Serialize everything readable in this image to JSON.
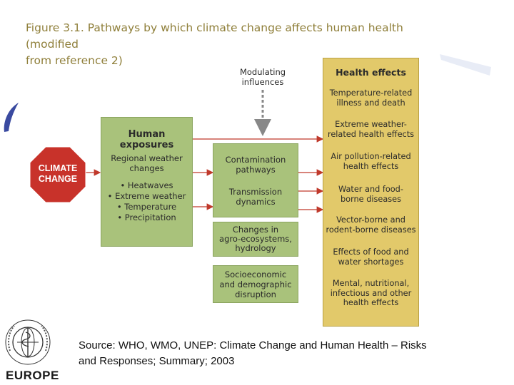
{
  "title": {
    "line1": "Figure 3.1. Pathways by which climate change affects human health (modified",
    "line2": "from reference 2)"
  },
  "climate": {
    "line1": "CLIMATE",
    "line2": "CHANGE"
  },
  "modulating": {
    "line1": "Modulating",
    "line2": "influences"
  },
  "exposures": {
    "title1": "Human",
    "title2": "exposures",
    "sub1": "Regional weather",
    "sub2": "changes",
    "bullets": [
      "• Heatwaves",
      "• Extreme weather",
      "• Temperature",
      "• Precipitation"
    ]
  },
  "middle": [
    {
      "line1": "Contamination",
      "line2": "pathways",
      "line3": ""
    },
    {
      "line1": "Transmission",
      "line2": "dynamics",
      "line3": ""
    },
    {
      "line1": "Changes in",
      "line2": "agro-ecosystems,",
      "line3": "hydrology"
    },
    {
      "line1": "Socioeconomic",
      "line2": "and demographic",
      "line3": "disruption"
    }
  ],
  "health": {
    "title": "Health effects",
    "items": [
      {
        "line1": "Temperature-related",
        "line2": "illness and death"
      },
      {
        "line1": "Extreme weather-",
        "line2": "related health effects"
      },
      {
        "line1": "Air pollution-related",
        "line2": "health effects"
      },
      {
        "line1": "Water and food-",
        "line2": "borne diseases"
      },
      {
        "line1": "Vector-borne and",
        "line2": "rodent-borne diseases"
      },
      {
        "line1": "Effects of food and",
        "line2": "water shortages"
      },
      {
        "line1": "Mental, nutritional,",
        "line2": "infectious and other",
        "line3": "health effects"
      }
    ]
  },
  "source": {
    "line1": "Source: WHO, WMO, UNEP: Climate Change and Human Health – Risks",
    "line2": "and Responses; Summary; 2003"
  },
  "logo": {
    "text": "EUROPE",
    "ring": "WORLD HEALTH ORGANIZATION"
  },
  "colors": {
    "green": "#a9c27b",
    "tan": "#e2c96a",
    "stop": "#c8322a",
    "title": "#8f7f3a",
    "arrow": "#c0392b"
  }
}
